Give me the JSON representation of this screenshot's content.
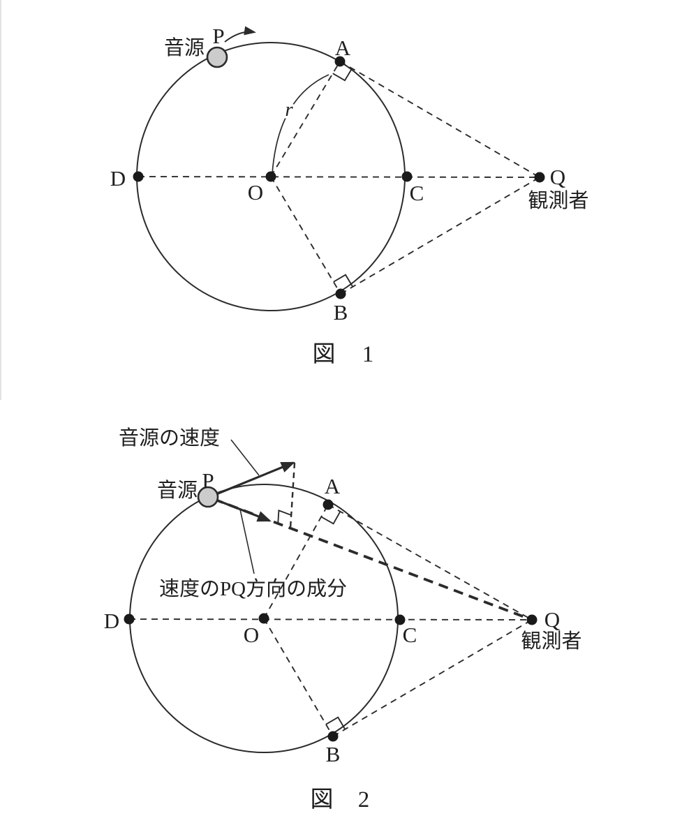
{
  "colors": {
    "background": "#ffffff",
    "line": "#2b2b2b",
    "text": "#1f1f1f",
    "source_fill": "#cccccc"
  },
  "fig1": {
    "source_label": "音源",
    "observer_label": "観測者",
    "radius_label": "r",
    "points": {
      "p": "P",
      "a": "A",
      "b": "B",
      "c": "C",
      "d": "D",
      "o": "O",
      "q": "Q"
    },
    "caption_prefix": "図",
    "caption_number": "1"
  },
  "fig2": {
    "source_label": "音源",
    "observer_label": "観測者",
    "velocity_label": "音源の速度",
    "component_label": "速度のPQ方向の成分",
    "points": {
      "p": "P",
      "a": "A",
      "b": "B",
      "c": "C",
      "d": "D",
      "o": "O",
      "q": "Q"
    },
    "caption_prefix": "図",
    "caption_number": "2"
  }
}
